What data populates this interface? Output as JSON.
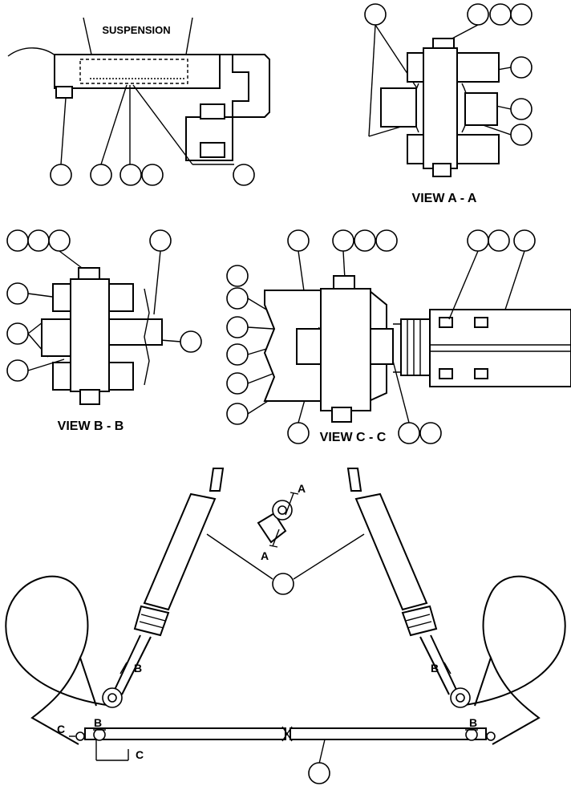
{
  "labels": {
    "suspension": "SUSPENSION",
    "view_aa": "VIEW A - A",
    "view_bb": "VIEW B - B",
    "view_cc": "VIEW C - C",
    "section_a": "A",
    "section_b": "B",
    "section_c": "C"
  },
  "colors": {
    "line": "#000000",
    "background": "#ffffff"
  }
}
